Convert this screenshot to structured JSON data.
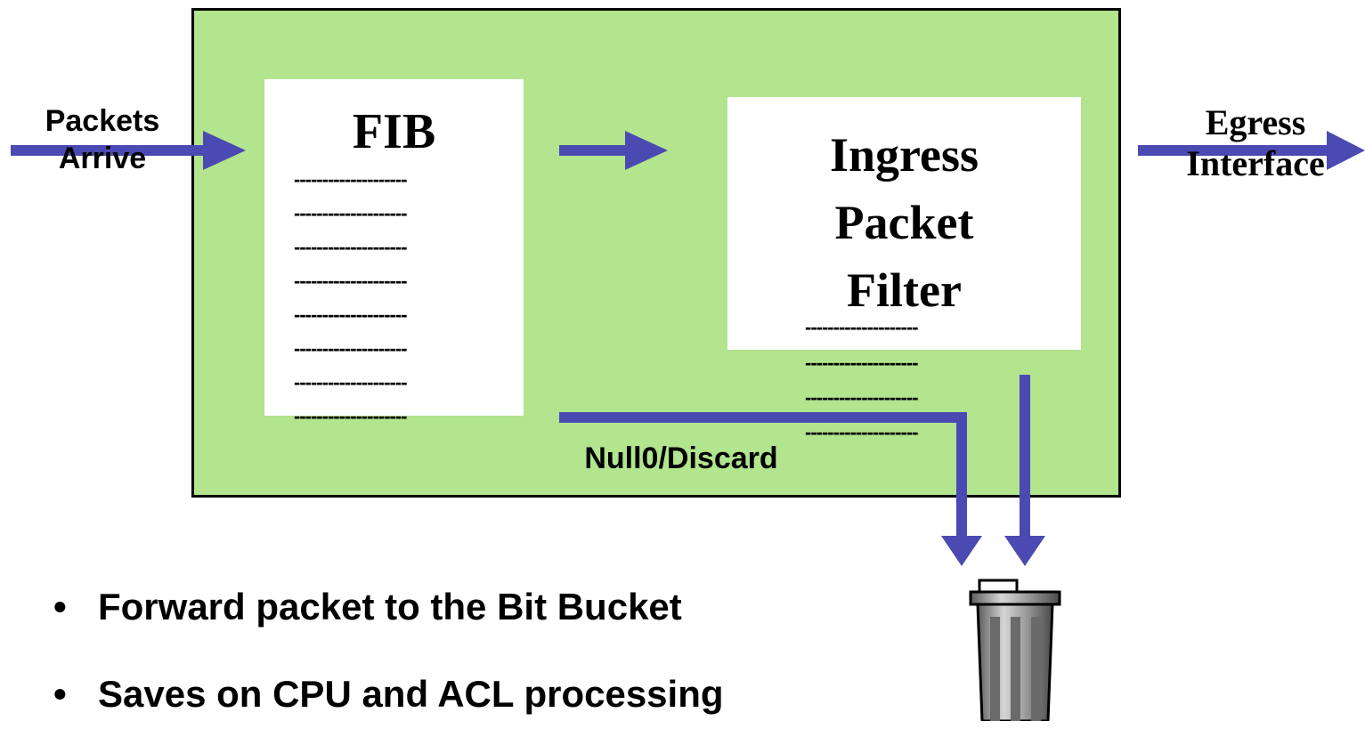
{
  "labels": {
    "packets_arrive": "Packets\nArrive",
    "fib_title": "FIB",
    "filter_title": "Ingress\nPacket\nFilter",
    "egress": "Egress\nInterface",
    "null0": "Null0/Discard",
    "dash_line": "--------------------"
  },
  "bullets": [
    "Forward packet to the Bit Bucket",
    "Saves on CPU and ACL processing"
  ],
  "colors": {
    "router_fill": "#b2e58e",
    "arrow": "#4b4ab2",
    "border": "#000000"
  },
  "icons": {
    "trash": "trash-can-icon"
  }
}
